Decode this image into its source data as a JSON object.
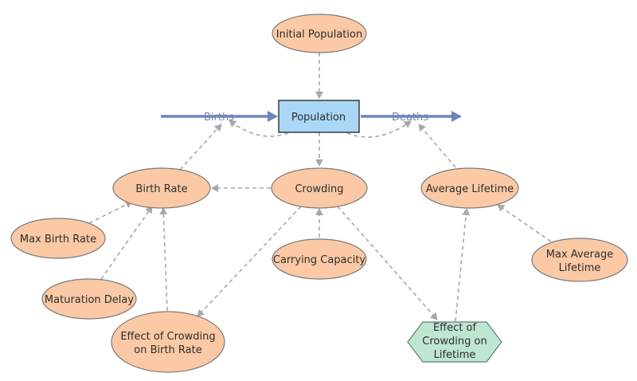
{
  "stock": {
    "population": "Population"
  },
  "flows": {
    "births": "Births",
    "deaths": "Deaths"
  },
  "variables": {
    "initial_population": "Initial Population",
    "birth_rate": "Birth Rate",
    "crowding": "Crowding",
    "average_lifetime": "Average Lifetime",
    "max_birth_rate": "Max Birth Rate",
    "carrying_capacity": "Carrying Capacity",
    "maturation_delay": "Maturation Delay",
    "max_average_lifetime": [
      "Max Average",
      "Lifetime"
    ],
    "effect_crowding_birth_rate": [
      "Effect of Crowding",
      "on Birth Rate"
    ],
    "effect_crowding_lifetime": [
      "Effect of",
      "Crowding on",
      "Lifetime"
    ]
  },
  "colors": {
    "variable_fill": "#fbc9a5",
    "converter_fill": "#bfe5d3",
    "stock_fill": "#a9d7f5",
    "flow": "#6e86bd",
    "link": "#a8a8a8"
  }
}
